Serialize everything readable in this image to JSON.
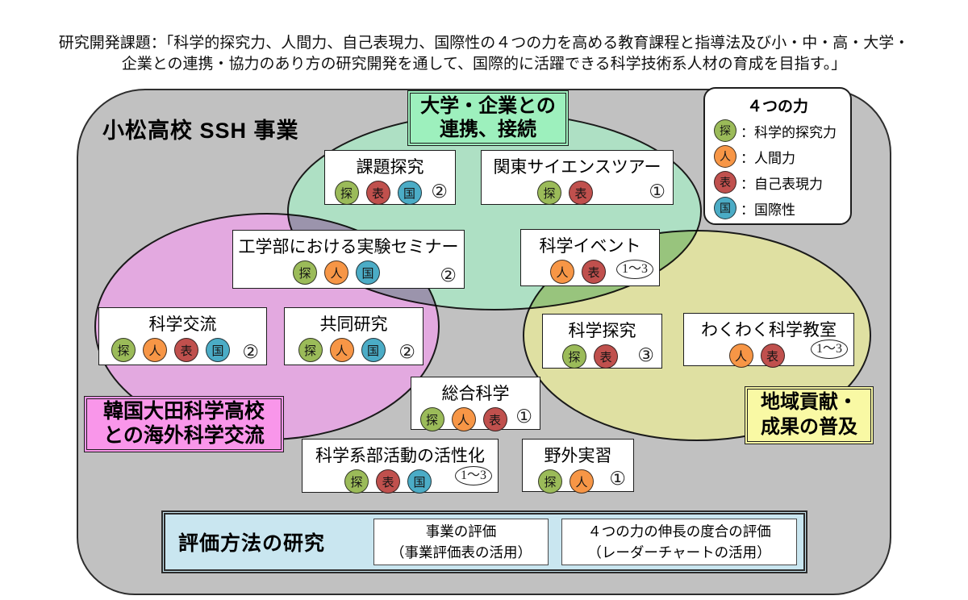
{
  "header": {
    "line1": "研究開発課題：「科学的探究力、人間力、自己表現力、国際性の４つの力を高める教育課程と指導法及び小・中・高・大学・",
    "line2": "企業との連携・協力のあり方の研究開発を通して、国際的に活躍できる科学技術系人材の育成を目指す。」"
  },
  "panel": {
    "title": "小松高校 SSH 事業"
  },
  "labels": {
    "green": {
      "line1": "大学・企業との",
      "line2": "連携、接続"
    },
    "pink": {
      "line1": "韓国大田科学高校",
      "line2": "との海外科学交流"
    },
    "yellow": {
      "line1": "地域貢献・",
      "line2": "成果の普及"
    }
  },
  "legend": {
    "title": "４つの力",
    "items": [
      {
        "badge": "探",
        "label": "：科学的探究力"
      },
      {
        "badge": "人",
        "label": "：人間力"
      },
      {
        "badge": "表",
        "label": "：自己表現力"
      },
      {
        "badge": "国",
        "label": "：国際性"
      }
    ]
  },
  "programs": [
    {
      "id": "kadai",
      "title": "課題探究",
      "badges": [
        "探",
        "表",
        "国"
      ],
      "grade": "②",
      "oval": false
    },
    {
      "id": "kanto",
      "title": "関東サイエンスツアー",
      "badges": [
        "探",
        "表"
      ],
      "grade": "①",
      "oval": false
    },
    {
      "id": "kogakubu",
      "title": "工学部における実験セミナー",
      "badges": [
        "探",
        "人",
        "国"
      ],
      "grade": "②",
      "oval": false
    },
    {
      "id": "event",
      "title": "科学イベント",
      "badges": [
        "人",
        "表"
      ],
      "grade": "1～3",
      "oval": true
    },
    {
      "id": "koryu",
      "title": "科学交流",
      "badges": [
        "探",
        "人",
        "表",
        "国"
      ],
      "grade": "②",
      "oval": false
    },
    {
      "id": "kyodo",
      "title": "共同研究",
      "badges": [
        "探",
        "人",
        "国"
      ],
      "grade": "②",
      "oval": false
    },
    {
      "id": "tankyu",
      "title": "科学探究",
      "badges": [
        "探",
        "表"
      ],
      "grade": "③",
      "oval": false
    },
    {
      "id": "wakuwaku",
      "title": "わくわく科学教室",
      "badges": [
        "人",
        "表"
      ],
      "grade": "1～3",
      "oval": true
    },
    {
      "id": "sogo",
      "title": "総合科学",
      "badges": [
        "探",
        "人",
        "表"
      ],
      "grade": "①",
      "oval": false
    },
    {
      "id": "bukatsu",
      "title": "科学系部活動の活性化",
      "badges": [
        "探",
        "表",
        "国"
      ],
      "grade": "1～3",
      "oval": true
    },
    {
      "id": "yagai",
      "title": "野外実習",
      "badges": [
        "探",
        "人"
      ],
      "grade": "①",
      "oval": false
    }
  ],
  "evaluation": {
    "title": "評価方法の研究",
    "box1": {
      "line1": "事業の評価",
      "line2": "（事業評価表の活用）"
    },
    "box2": {
      "line1": "４つの力の伸長の度合の評価",
      "line2": "（レーダーチャートの活用）"
    }
  },
  "colors": {
    "panel_bg": "#c1c1c1",
    "ellipse_green": "#aee0c4",
    "ellipse_pink": "#e3a9e0",
    "ellipse_yellow": "#dfe0a2",
    "label_green_bg": "#9df0bd",
    "label_pink_bg": "#f996ea",
    "label_yellow_bg": "#f9f9a4",
    "eval_bg": "#c9e6f0",
    "badges": {
      "探": "#9bbb59",
      "人": "#f79646",
      "表": "#c0504d",
      "国": "#4bacc6"
    }
  }
}
